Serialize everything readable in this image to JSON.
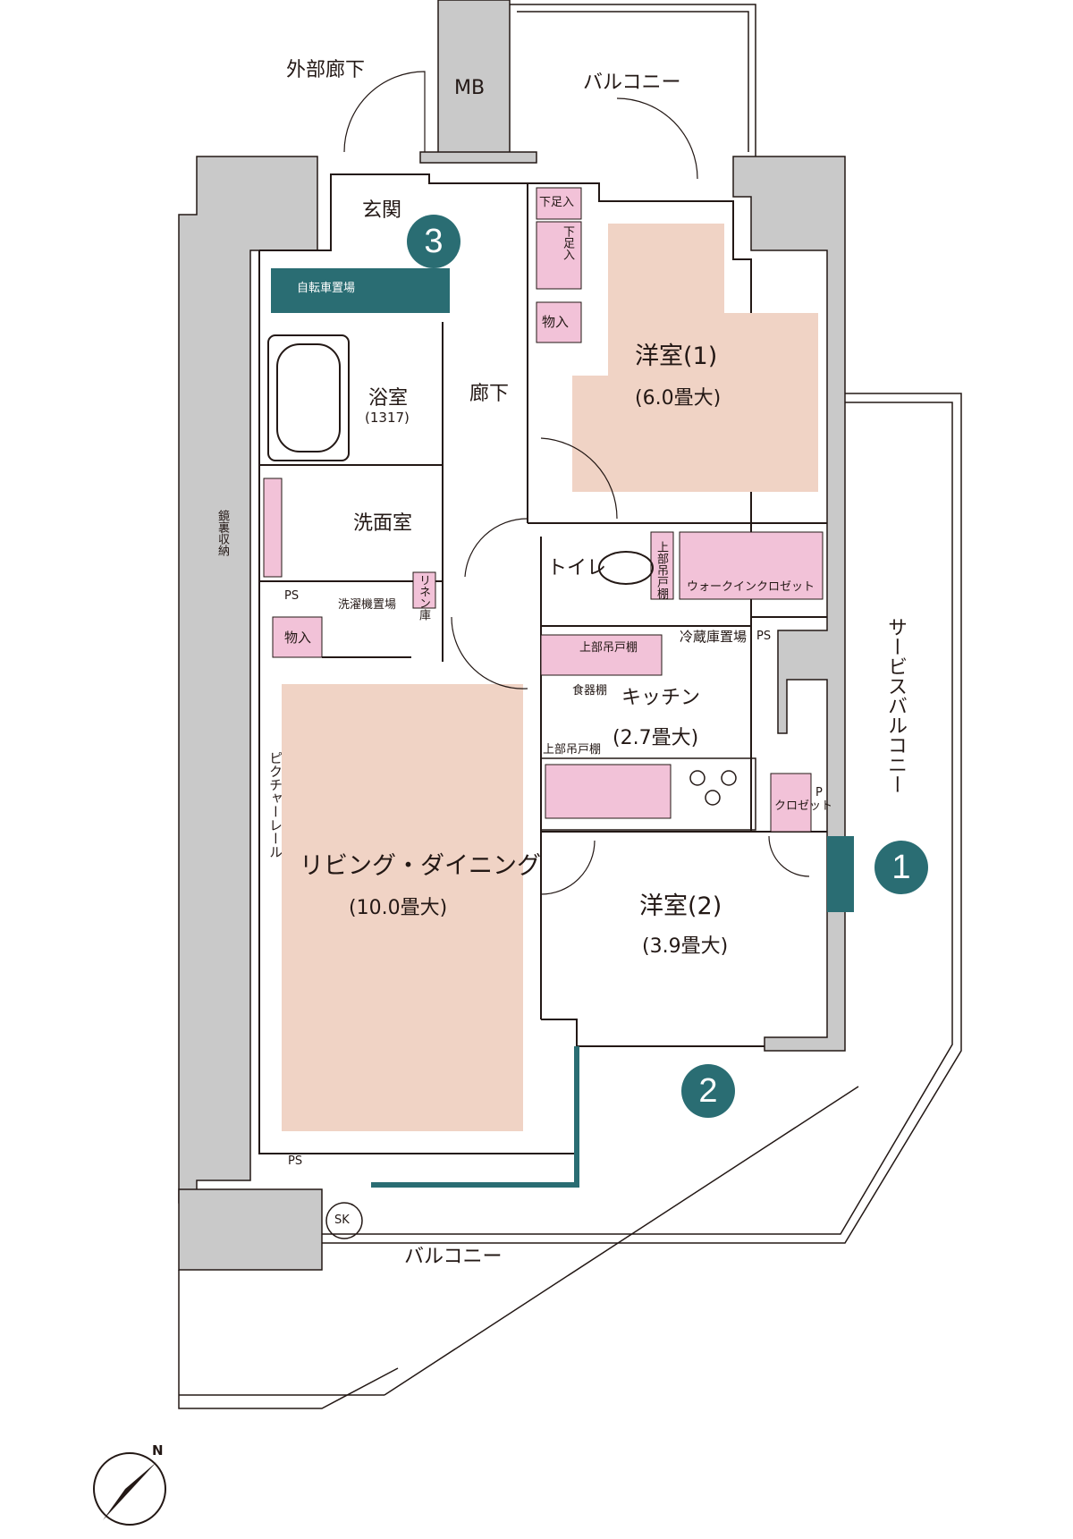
{
  "rooms": {
    "external_corridor": "外部廊下",
    "mb": "MB",
    "balcony_top": "バルコニー",
    "entrance": "玄関",
    "bicycle_parking": "自転車置場",
    "shoe_storage_1": "下足入",
    "shoe_storage_2": "下足入",
    "storage_top": "物入",
    "western_room_1": "洋室(1)",
    "western_room_1_size": "(6.0畳大)",
    "bathroom": "浴室",
    "bathroom_size": "(1317)",
    "hallway": "廊下",
    "mirror_storage": "鏡裏収納",
    "washroom": "洗面室",
    "linen": "リネン庫",
    "washer_space": "洗濯機置場",
    "ps_1": "PS",
    "storage_mid": "物入",
    "toilet": "トイレ",
    "upper_cabinet_toilet": "上部吊戸棚",
    "walk_in_closet": "ウォークインクロゼット",
    "upper_cabinet_kitchen": "上部吊戸棚",
    "fridge_space": "冷蔵庫置場",
    "ps_2": "PS",
    "dish_cabinet": "食器棚",
    "kitchen": "キッチン",
    "kitchen_size": "(2.7畳大)",
    "upper_cabinet_counter": "上部吊戸棚",
    "service_balcony": "サービスバルコニー",
    "p": "P",
    "closet": "クロゼット",
    "picture_rail": "ピクチャーレール",
    "living_dining": "リビング・ダイニング",
    "living_dining_size": "(10.0畳大)",
    "western_room_2": "洋室(2)",
    "western_room_2_size": "(3.9畳大)",
    "ps_3": "PS",
    "sk": "SK",
    "balcony_bottom": "バルコニー"
  },
  "badges": [
    "1",
    "2",
    "3"
  ],
  "compass": "N",
  "colors": {
    "room_floor": "#f0d3c5",
    "storage": "#f2c2d8",
    "accent": "#2a6d73",
    "wall": "#c9c9c9",
    "line": "#231815"
  }
}
